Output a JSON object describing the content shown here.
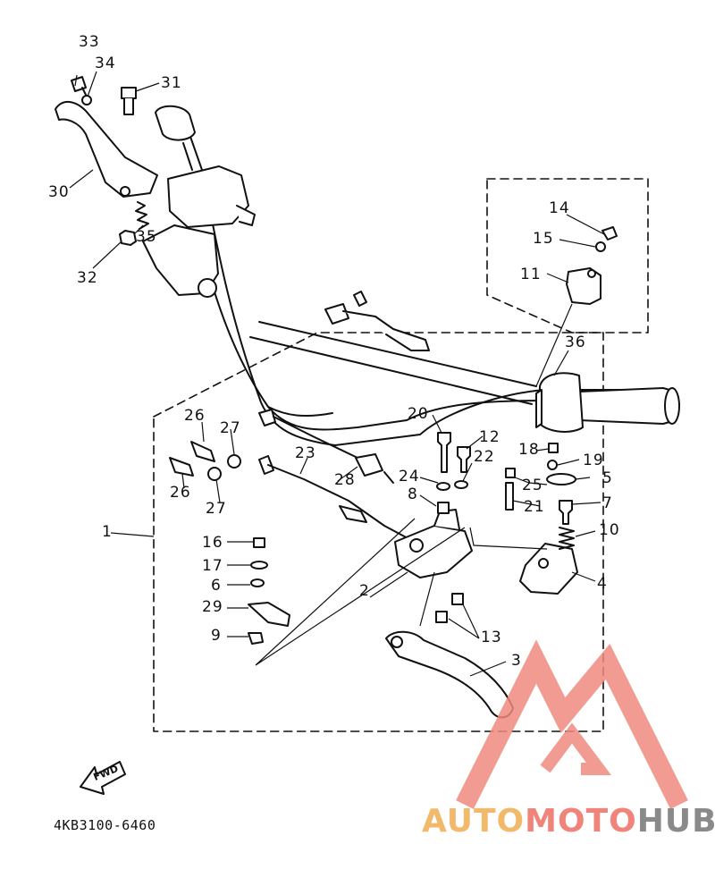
{
  "diagram": {
    "part_code": "4KB3100-6460",
    "fwd_label": "FWD",
    "watermark": {
      "part1": "AUTO",
      "part2": "MOTO",
      "part3": "HUB"
    },
    "callouts": {
      "c1": "1",
      "c2": "2",
      "c3": "3",
      "c4": "4",
      "c5": "5",
      "c6": "6",
      "c7": "7",
      "c8": "8",
      "c9": "9",
      "c10": "10",
      "c11": "11",
      "c12": "12",
      "c13": "13",
      "c14": "14",
      "c15": "15",
      "c16": "16",
      "c17": "17",
      "c18": "18",
      "c19": "19",
      "c20": "20",
      "c21": "21",
      "c22": "22",
      "c23": "23",
      "c24": "24",
      "c25": "25",
      "c26a": "26",
      "c26b": "26",
      "c27a": "27",
      "c27b": "27",
      "c28": "28",
      "c29": "29",
      "c30": "30",
      "c31": "31",
      "c32": "32",
      "c33": "33",
      "c34": "34",
      "c35": "35",
      "c36": "36"
    }
  }
}
